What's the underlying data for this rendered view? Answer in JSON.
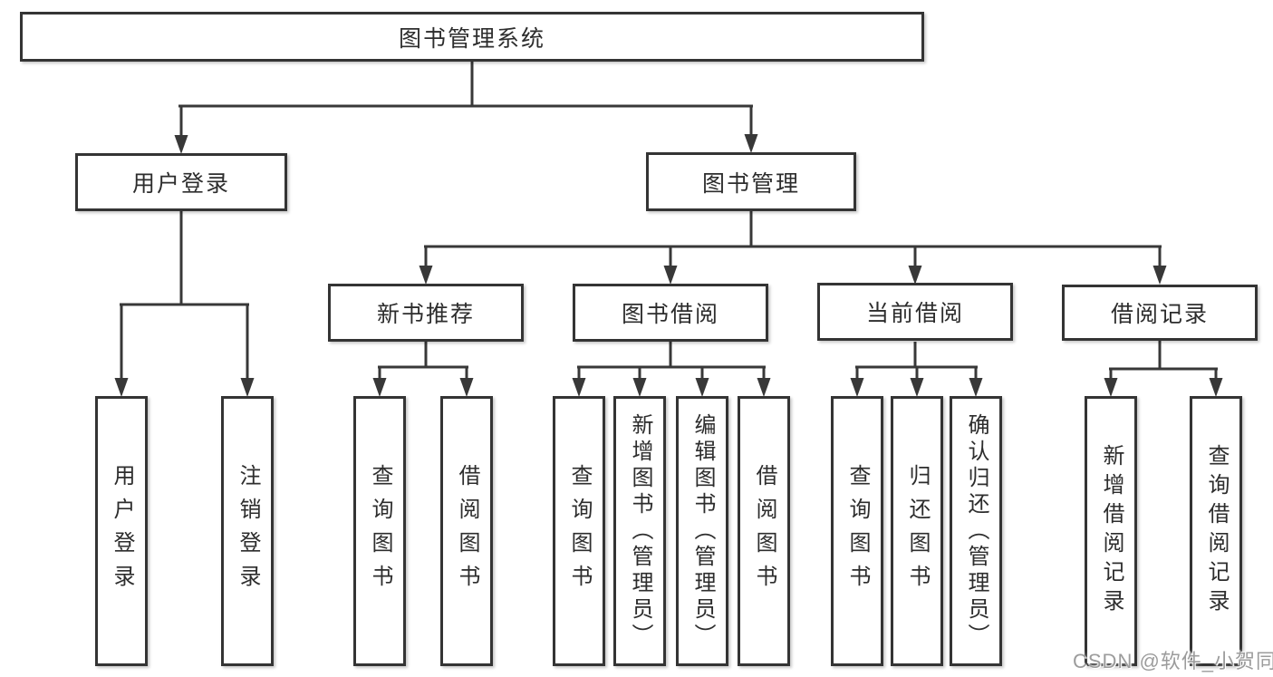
{
  "tree": {
    "root": "图书管理系统",
    "branches": [
      {
        "label": "用户登录",
        "children": [
          "用户登录",
          "注销登录"
        ]
      },
      {
        "label": "图书管理",
        "children": [
          {
            "label": "新书推荐",
            "children": [
              "查询图书",
              "借阅图书"
            ]
          },
          {
            "label": "图书借阅",
            "children": [
              "查询图书",
              "新增图书（管理员）",
              "编辑图书（管理员）",
              "借阅图书"
            ]
          },
          {
            "label": "当前借阅",
            "children": [
              "查询图书",
              "归还图书",
              "确认归还（管理员）"
            ]
          },
          {
            "label": "借阅记录",
            "children": [
              "新增借阅记录",
              "查询借阅记录"
            ]
          }
        ]
      }
    ]
  },
  "watermark": "CSDN @软件_小贺同学",
  "colors": {
    "line": "#383838",
    "border": "#343434",
    "text": "#2d2d2d",
    "watermark": "#9c9c9c",
    "background": "#ffffff"
  }
}
